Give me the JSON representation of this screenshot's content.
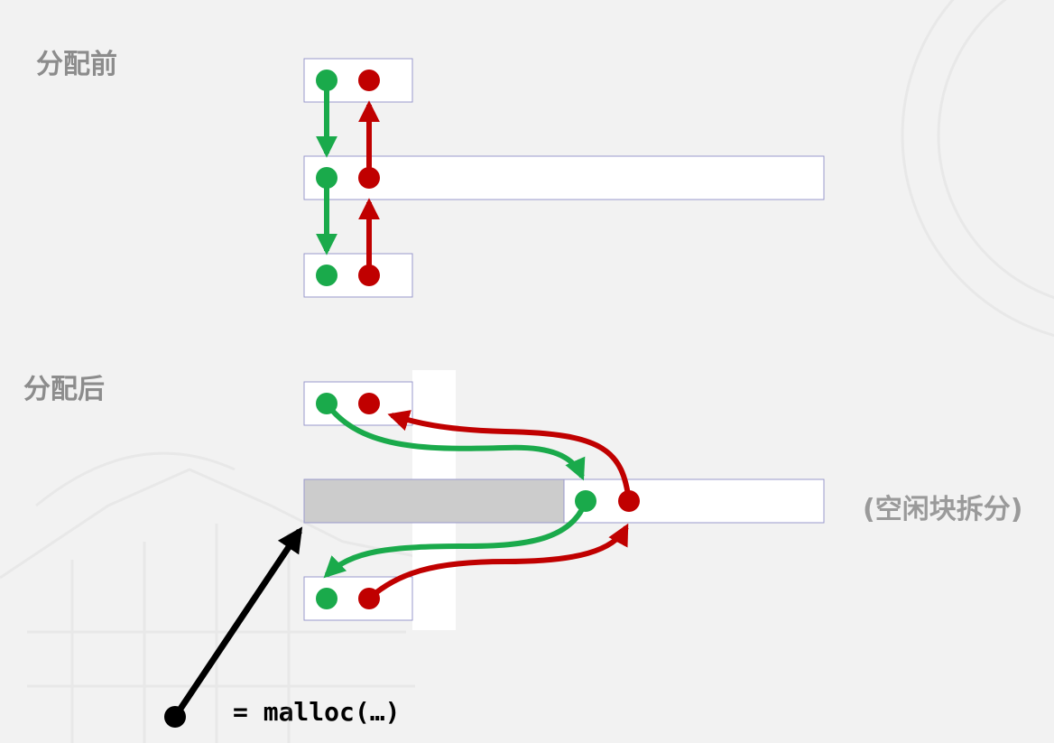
{
  "labels": {
    "before": "分配前",
    "after": "分配后",
    "split_note": "(空闲块拆分)",
    "malloc_call": "= malloc(…)"
  },
  "colors": {
    "next_pointer": "#1aaa4b",
    "prev_pointer": "#c00000",
    "allocated_fill": "#cccccc",
    "block_border": "#9999cc",
    "block_fill": "#ffffff",
    "caller_pointer": "#000000"
  },
  "icons": {
    "next_pointer": "green-dot-arrow-icon",
    "prev_pointer": "red-dot-arrow-icon"
  }
}
